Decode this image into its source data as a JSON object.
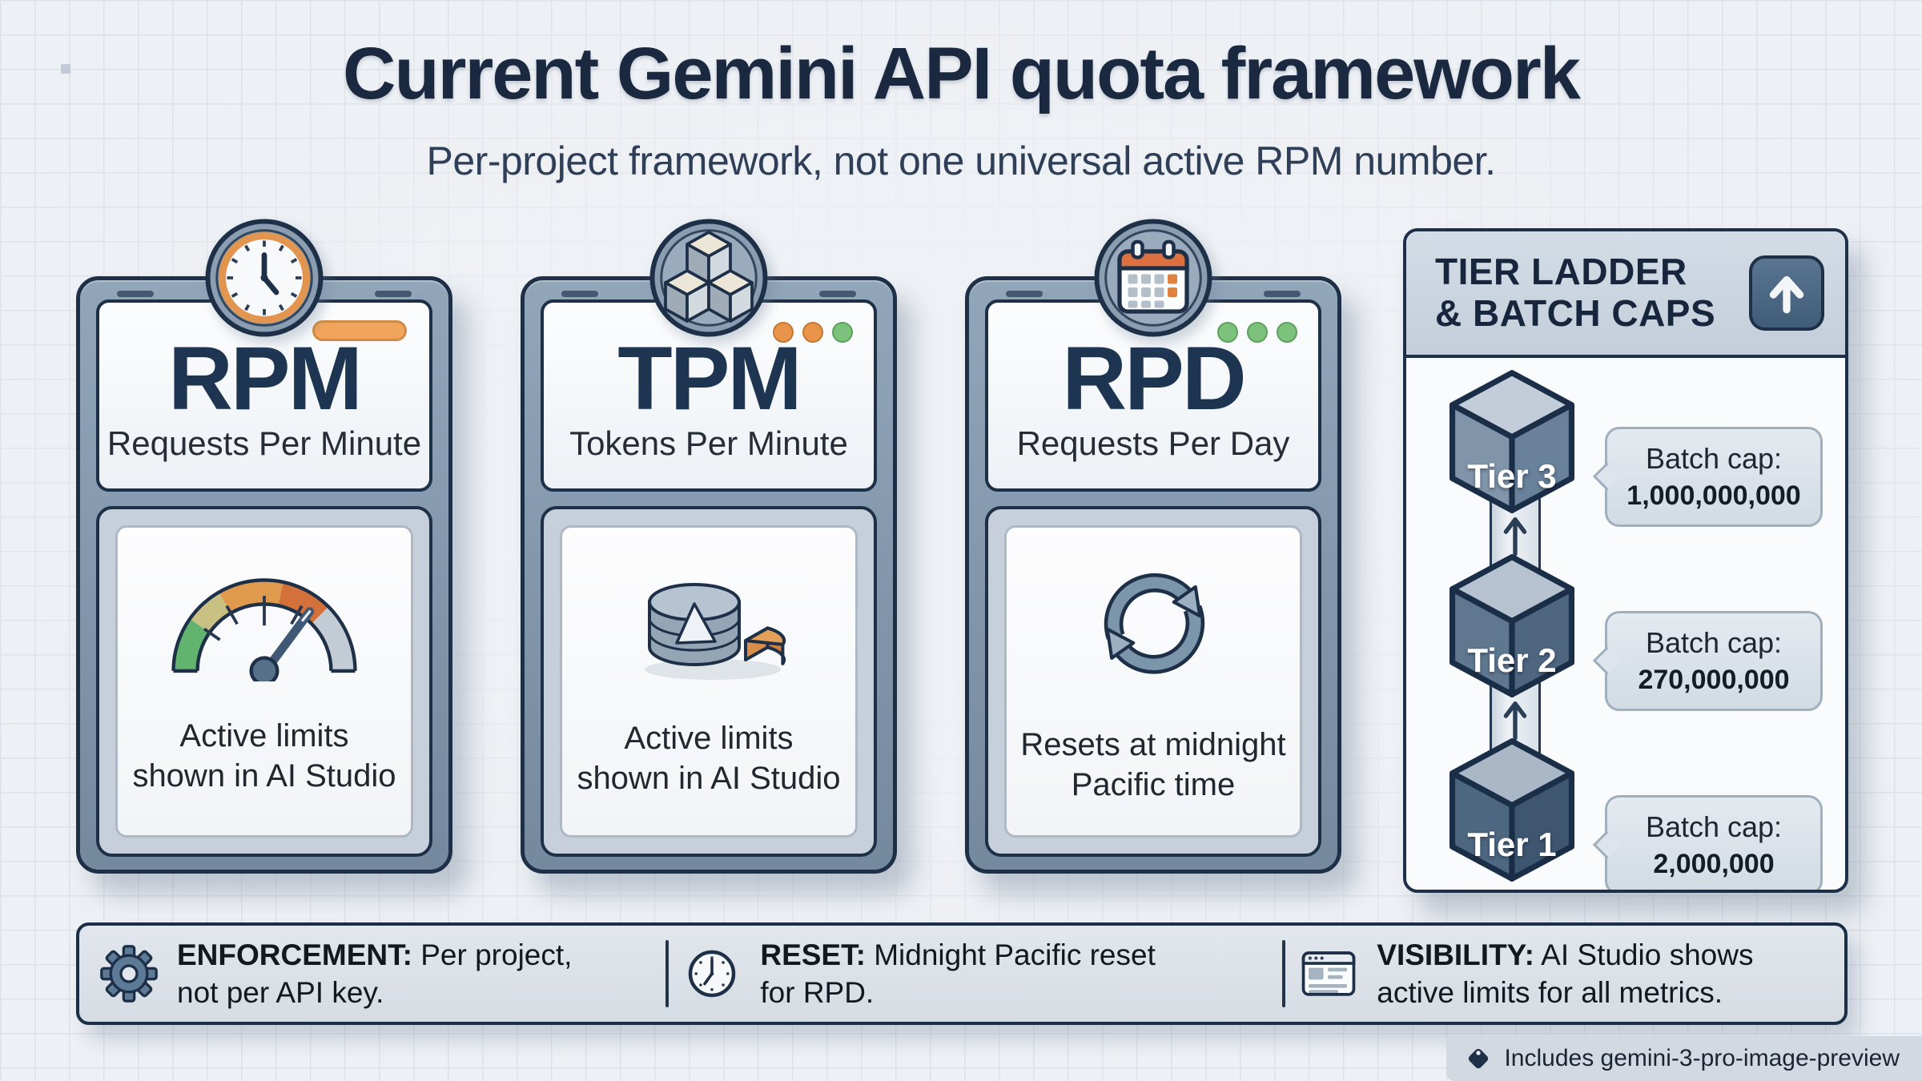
{
  "header": {
    "title": "Current Gemini API quota framework",
    "subtitle": "Per-project framework, not one universal active RPM number."
  },
  "cards": [
    {
      "acronym": "RPM",
      "name": "Requests Per Minute",
      "badge_icon": "clock-icon",
      "body_icon": "gauge-icon",
      "accent_pill": "#f0a45c",
      "note_lines": [
        "Active limits",
        "shown in AI Studio"
      ]
    },
    {
      "acronym": "TPM",
      "name": "Tokens Per Minute",
      "badge_icon": "token-cubes-icon",
      "body_icon": "token-pie-icon",
      "window_dots": [
        "#e8954a",
        "#e8954a",
        "#7cc27c"
      ],
      "note_lines": [
        "Active limits",
        "shown in AI Studio"
      ]
    },
    {
      "acronym": "RPD",
      "name": "Requests Per Day",
      "badge_icon": "calendar-icon",
      "body_icon": "refresh-icon",
      "window_dots": [
        "#7cc27c",
        "#7cc27c",
        "#7cc27c"
      ],
      "note_lines": [
        "Resets at midnight",
        "Pacific time"
      ]
    }
  ],
  "tier_panel": {
    "title_lines": [
      "TIER LADDER",
      "& BATCH CAPS"
    ],
    "up_arrow_icon": "up-arrow-icon",
    "tiers": [
      {
        "label": "Tier 3",
        "cap_label": "Batch cap:",
        "cap_value": "1,000,000,000"
      },
      {
        "label": "Tier 2",
        "cap_label": "Batch cap:",
        "cap_value": "270,000,000"
      },
      {
        "label": "Tier 1",
        "cap_label": "Batch cap:",
        "cap_value": "2,000,000"
      }
    ]
  },
  "footer": {
    "items": [
      {
        "icon": "gear-icon",
        "prefix": "ENFORCEMENT:",
        "rest_line1": " Per project,",
        "line2": "not per API key."
      },
      {
        "icon": "clock-icon",
        "prefix": "RESET:",
        "rest_line1": " Midnight Pacific reset",
        "line2": "for RPD."
      },
      {
        "icon": "browser-icon",
        "prefix": "VISIBILITY:",
        "rest_line1": " AI Studio shows",
        "line2": "active limits for all metrics."
      }
    ]
  },
  "tag": {
    "icon": "tag-icon",
    "label": "Includes gemini-3-pro-image-preview"
  },
  "colors": {
    "navy": "#1e3048",
    "slate_frame": "#7f94aa",
    "orange": "#e8954a",
    "green": "#7cc27c",
    "gauge_green": "#62b36e",
    "gauge_yellow": "#c9c083",
    "gauge_orange": "#e09a4e",
    "gauge_red": "#d4703a",
    "bubble_bg": "#dde4eb"
  }
}
